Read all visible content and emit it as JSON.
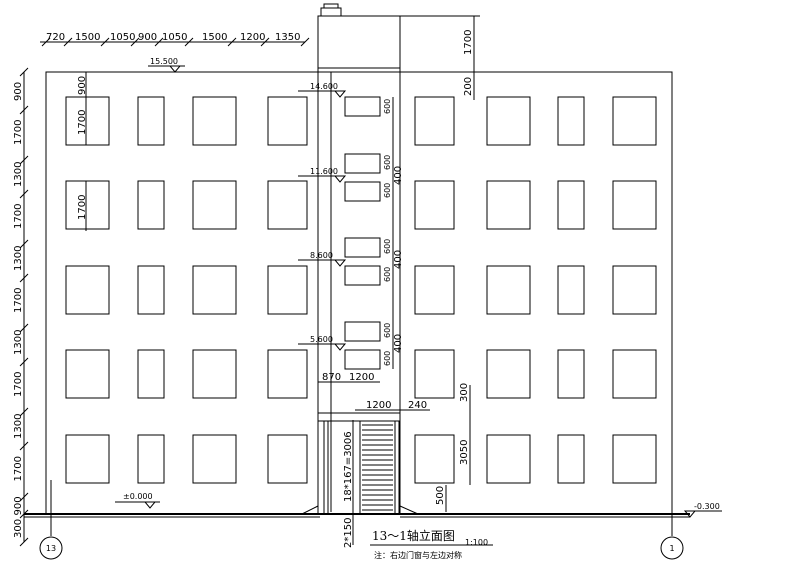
{
  "title": "13～1轴立面图",
  "scale": "1:100",
  "note": "注：右边门窗与左边对称",
  "axis_left": "13",
  "axis_right": "1",
  "top_dims": [
    "720",
    "1500",
    "1050",
    "900",
    "1050",
    "1500",
    "1200",
    "1350"
  ],
  "left_dims": [
    "300",
    "900",
    "1700",
    "1300",
    "1700",
    "1300",
    "1700",
    "1300",
    "1700",
    "1300",
    "1700",
    "900"
  ],
  "window_dims": [
    "900",
    "1700",
    "1700"
  ],
  "elevations": [
    "15.500",
    "14.600",
    "11.600",
    "8.600",
    "5.600",
    "±0.000",
    "-0.300"
  ],
  "tower_dims": [
    "1700",
    "200"
  ],
  "stair_dims": [
    "600",
    "600",
    "400",
    "600",
    "600",
    "400",
    "600",
    "600",
    "400",
    "600"
  ],
  "door_dims": [
    "870",
    "1200",
    "1200",
    "240",
    "300",
    "3050",
    "500"
  ],
  "step_dims": [
    "18*167=3006",
    "2*150"
  ]
}
